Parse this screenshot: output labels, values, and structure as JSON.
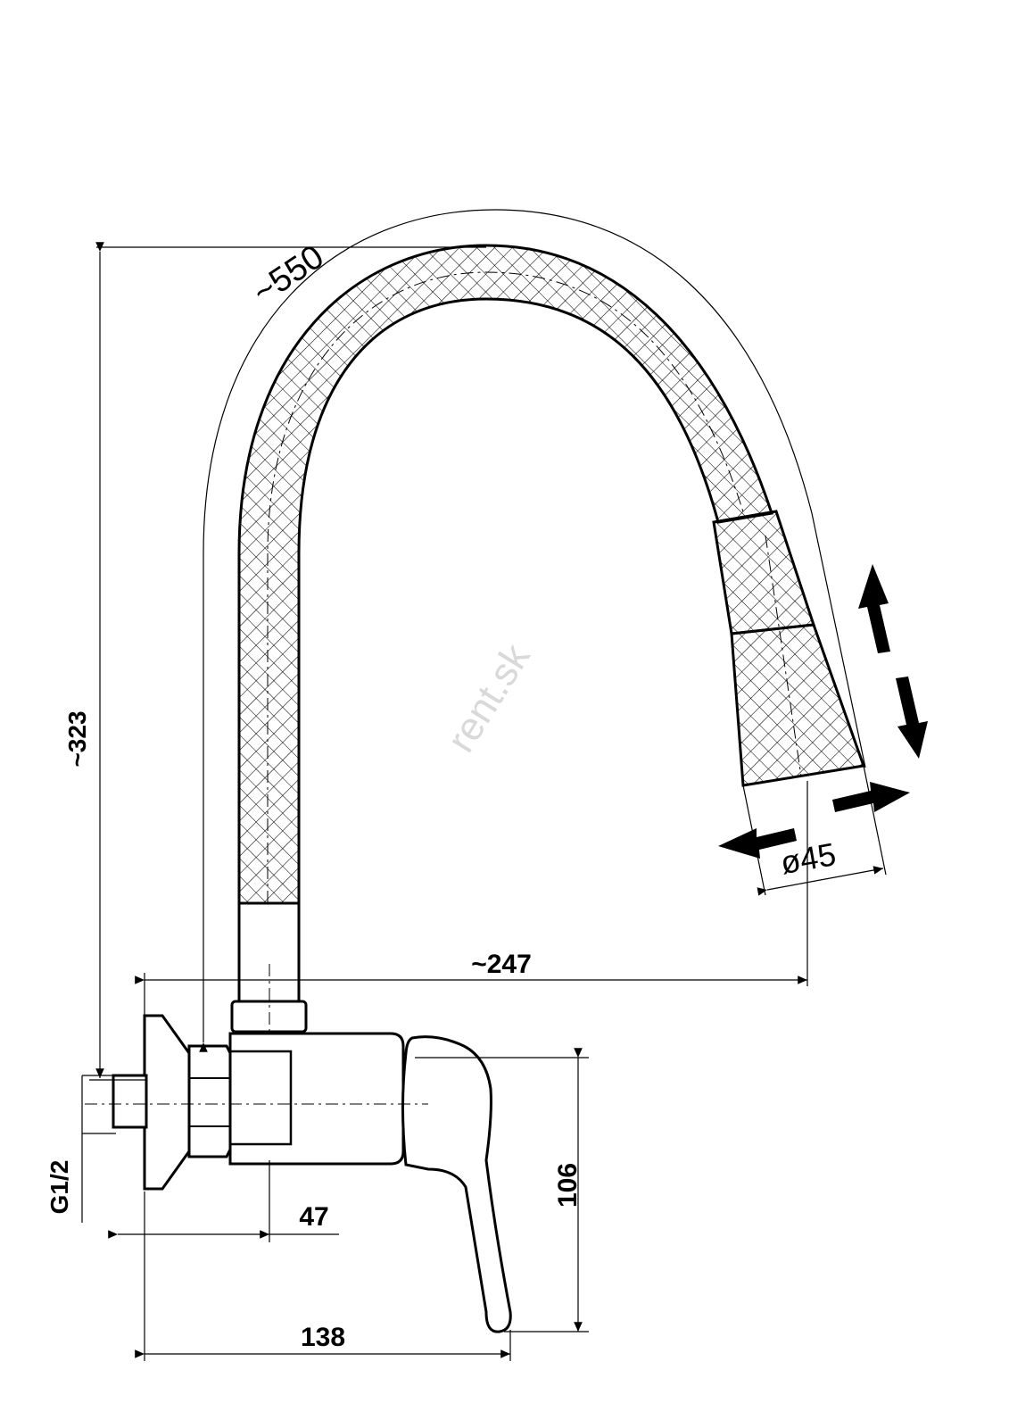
{
  "drawing": {
    "subject": "wall-mounted single-lever faucet with flexible spout",
    "watermark": "rent.sk"
  },
  "dimensions": {
    "spout_length": "~550",
    "height": "~323",
    "reach": "~247",
    "spray_diameter": "ø45",
    "thread": "G1/2",
    "depth_to_spout": "47",
    "total_depth": "138",
    "body_height": "106"
  },
  "colors": {
    "line": "#000000",
    "hatch": "#000000",
    "watermark": "#d9d9d9"
  }
}
